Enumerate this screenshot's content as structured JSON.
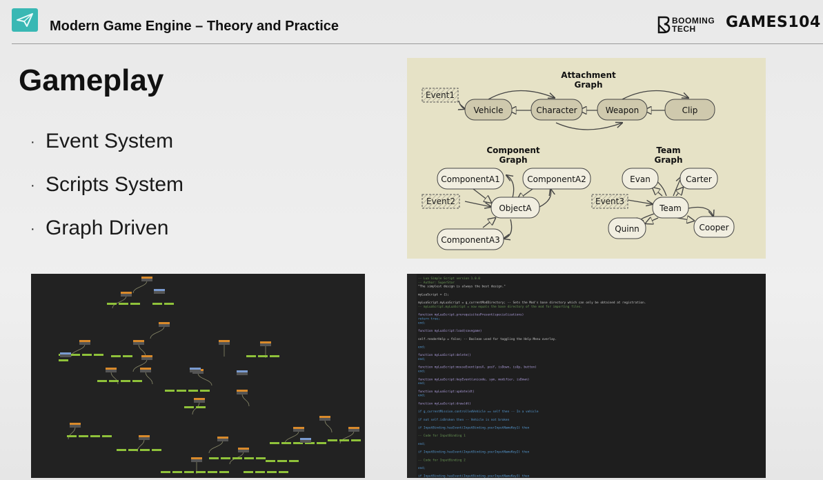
{
  "header": {
    "title": "Modern Game Engine – Theory and Practice",
    "logo_icon": "paper-plane-icon",
    "booming_line1": "BOOMING",
    "booming_line2": "TECH",
    "games104": "GAMES104",
    "accent": "#39b8b4"
  },
  "slide": {
    "title": "Gameplay",
    "bullets": [
      "Event System",
      "Scripts System",
      "Graph Driven"
    ]
  },
  "diagram": {
    "attachment_title_1": "Attachment",
    "attachment_title_2": "Graph",
    "component_title_1": "Component",
    "component_title_2": "Graph",
    "team_title_1": "Team",
    "team_title_2": "Graph",
    "nodes": {
      "event1": "Event1",
      "vehicle": "Vehicle",
      "character": "Character",
      "weapon": "Weapon",
      "clip": "Clip",
      "componentA1": "ComponentA1",
      "componentA2": "ComponentA2",
      "event2": "Event2",
      "objectA": "ObjectA",
      "componentA3": "ComponentA3",
      "evan": "Evan",
      "carter": "Carter",
      "event3": "Event3",
      "team": "Team",
      "quinn": "Quinn",
      "cooper": "Cooper"
    }
  },
  "graph_editor": {
    "background": "#222222",
    "node_colors": [
      "#d98a2b",
      "#7a9bd1",
      "#8fc23a"
    ]
  },
  "code_editor": {
    "lines": [
      "-- Lua Simple Script version 1.0.0",
      "-- Author: SuperStar",
      "            \"The simplest design is always the best design.\"",
      "",
      "myLuaScript = {};",
      "",
      "myLuaScript.myLuaScript = g_currentModDirectory; -- Sets the Mod's base directory which can only be obtained at registration.",
      "-- myLuaScript.myLuaScript = now equals the base directory of the mod for importing files.",
      "",
      "function myLuaScript.prerequisitesPresent(specializations)",
      "  return true;",
      "end;",
      "",
      "function myLuaScript:load(savegame)",
      "",
      "  self.renderHelp = false; -- Boolean used for toggling the Help Menu overlay.",
      "",
      "end;",
      "",
      "function myLuaScript:delete()",
      "end;",
      "",
      "function myLuaScript:mouseEvent(posX, posY, isDown, isUp, button)",
      "end;",
      "",
      "function myLuaScript:keyEvent(unicode, sym, modifier, isDown)",
      "end;",
      "",
      "function myLuaScript:update(dt)",
      "end;",
      "",
      "function myLuaScript:draw(dt)",
      "",
      "  if g_currentMission.controlledVehicle == self then -- In a vehicle",
      "",
      "    if not self.isBroken then -- Vehicle is not broken",
      "",
      "      if InputBinding.hasEvent(InputBinding.yourInputNameKey1) then",
      "",
      "        -- Code for InputBinding 1",
      "",
      "      end;",
      "",
      "      if InputBinding.hasEvent(InputBinding.yourInputNameKey2) then",
      "",
      "        -- Code for InputBinding 2",
      "",
      "      end;",
      "",
      "      if InputBinding.hasEvent(InputBinding.yourInputNameKey3) then"
    ]
  }
}
